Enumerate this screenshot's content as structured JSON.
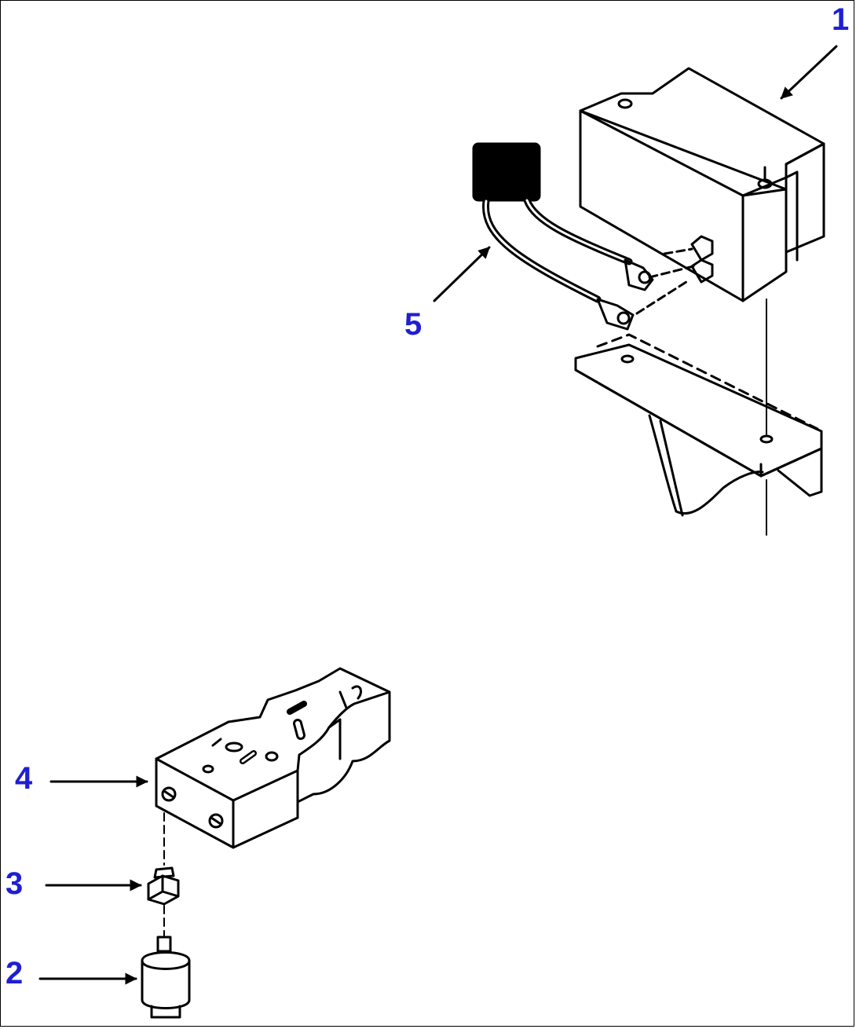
{
  "colors": {
    "line": "#000000",
    "callout": "#1f1fd1",
    "background": "#ffffff"
  },
  "callouts": [
    {
      "id": "1",
      "label": "1"
    },
    {
      "id": "2",
      "label": "2"
    },
    {
      "id": "3",
      "label": "3"
    },
    {
      "id": "4",
      "label": "4"
    },
    {
      "id": "5",
      "label": "5"
    }
  ]
}
